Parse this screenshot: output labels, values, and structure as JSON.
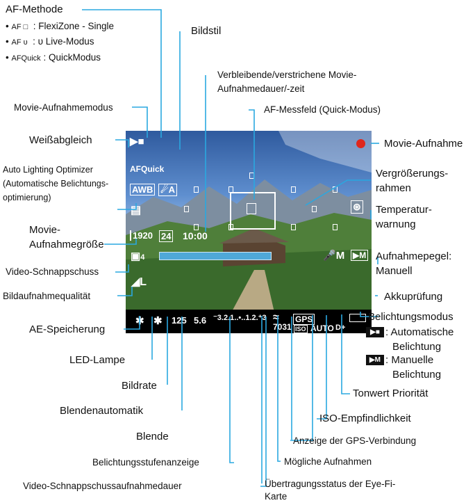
{
  "callouts": {
    "af_methode": "AF-Methode",
    "af_opt1_icon": "AF □",
    "af_opt1_text": ": FlexiZone - Single",
    "af_opt2_icon": "AF ᴜ",
    "af_opt2_text": ": ᴜ Live-Modus",
    "af_opt3_icon": "AFQuick",
    "af_opt3_text": ": QuickModus",
    "bildstil": "Bildstil",
    "verbleibend_1": "Verbleibende/verstrichene Movie-",
    "verbleibend_2": "Aufnahmedauer/-zeit",
    "movie_modus": "Movie-Aufnahmemodus",
    "af_messfeld": "AF-Messfeld (Quick-Modus)",
    "weissabgleich": "Weißabgleich",
    "movie_aufnahme": "Movie-Aufnahme",
    "alo_1": "Auto Lighting Optimizer",
    "alo_2": "(Automatische Belichtungs-",
    "alo_3": "optimierung)",
    "vergr_1": "Vergrößerungs-",
    "vergr_2": "rahmen",
    "temp_1": "Temperatur-",
    "temp_2": "warnung",
    "groesse_1": "Movie-",
    "groesse_2": "Aufnahmegröße",
    "pegel_1": "Aufnahmepegel:",
    "pegel_2": "Manuell",
    "schnappschuss": "Video-Schnappschuss",
    "bildqualitaet": "Bildaufnahmequalität",
    "akku": "Akkuprüfung",
    "belichtungsmodus": "Belichtungsmodus",
    "ae_speicherung": "AE-Speicherung",
    "auto_bel_1": ": Automatische",
    "auto_bel_2": "Belichtung",
    "led": "LED-Lampe",
    "man_bel_1": ": Manuelle",
    "man_bel_2": "Belichtung",
    "bildrate": "Bildrate",
    "tonwert": "Tonwert Priorität",
    "blendenautomatik": "Blendenautomatik",
    "iso": "ISO-Empfindlichkeit",
    "blende": "Blende",
    "gps": "Anzeige der GPS-Verbindung",
    "belichtungsstufen": "Belichtungsstufenanzeige",
    "moegliche": "Mögliche Aufnahmen",
    "vs_dauer": "Video-Schnappschussaufnahmedauer",
    "eyefi_1": "Übertragungsstatus der Eye-Fi-",
    "eyefi_2": "Karte"
  },
  "osd": {
    "af_quick": "AFQuick",
    "awb": "AWB",
    "style": "☄A",
    "size": "1920",
    "fps_box": "24",
    "time": "10:00",
    "vs": "▣",
    "vs_sub": "4",
    "quality": "◢L",
    "asterisk1": "✱",
    "asterisk2": "✱",
    "shutter": "125",
    "aperture": "5.6",
    "scale": "⁻3.2.1..•..1.2.⁺3",
    "shots": "7031",
    "iso": "AUTO",
    "dplus": "D+",
    "gps": "GPS",
    "mic": "M",
    "eyefi": "≈"
  },
  "colors": {
    "callout_line": "#2aa8e0",
    "record_dot": "#e0261c",
    "osd_bar": "#000000",
    "level_bar": "#4fa8d8"
  }
}
